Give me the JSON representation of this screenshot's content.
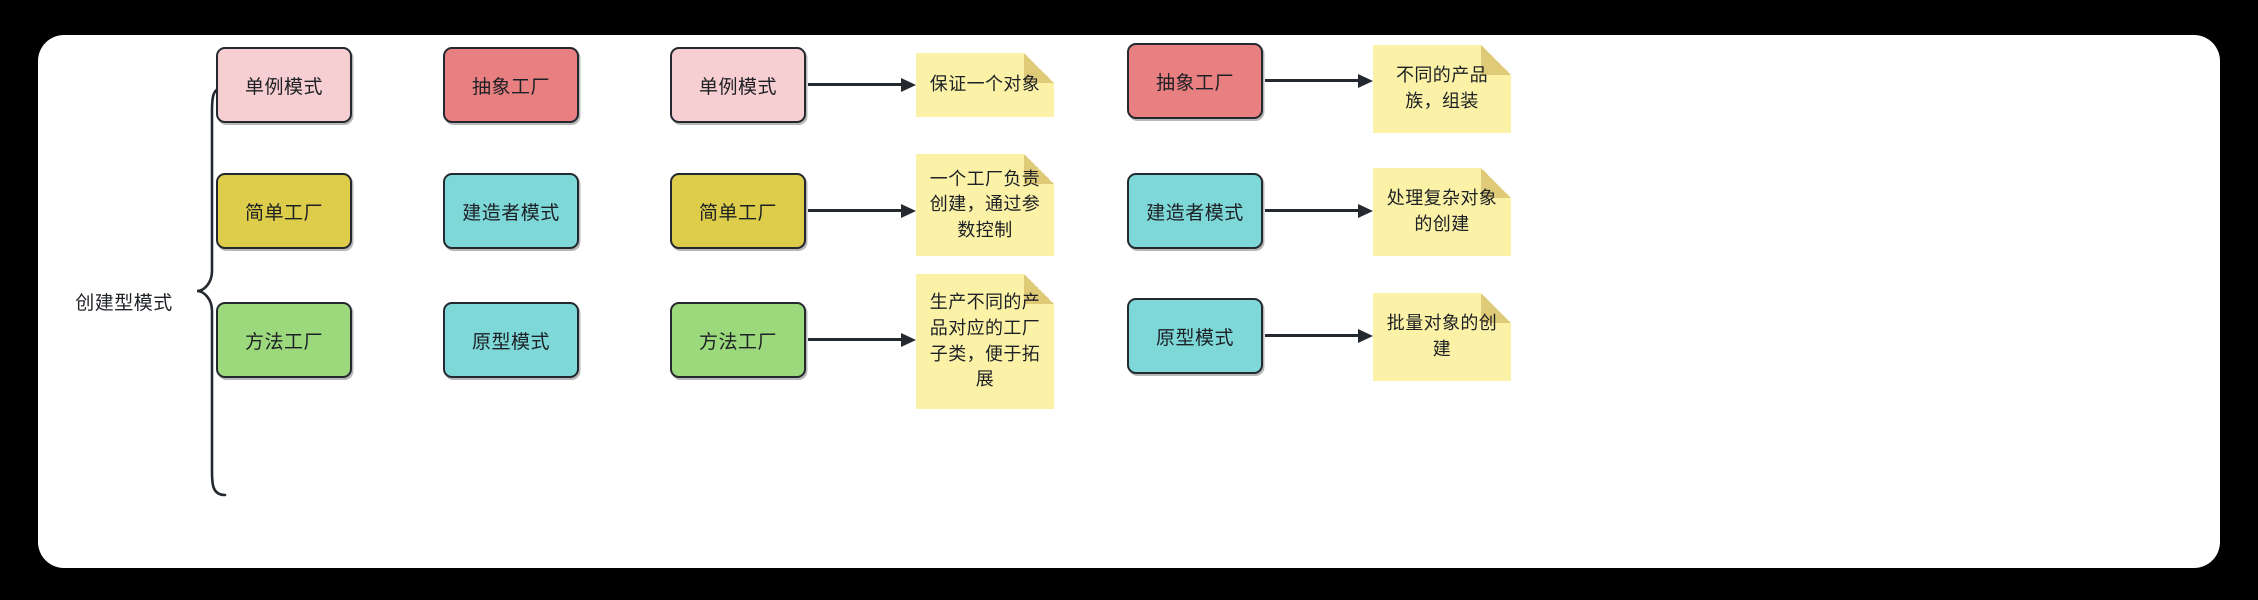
{
  "diagram": {
    "title": "创建型模式",
    "background_color": "#000000",
    "card_color": "#ffffff",
    "group_label": "创建型模式",
    "note_color": "#fbf2a8",
    "note_fold_color": "#dfca78",
    "stroke_color": "#24282f",
    "columns": [
      {
        "id": "col-1",
        "boxes": [
          {
            "label": "单例模式",
            "color": "#f7cfd2"
          },
          {
            "label": "简单工厂",
            "color": "#ddcd4a"
          },
          {
            "label": "方法工厂",
            "color": "#9bd97c"
          }
        ]
      },
      {
        "id": "col-2",
        "boxes": [
          {
            "label": "抽象工厂",
            "color": "#e87f80"
          },
          {
            "label": "建造者模式",
            "color": "#7ed8d8"
          },
          {
            "label": "原型模式",
            "color": "#7ed8d8"
          }
        ]
      },
      {
        "id": "col-3",
        "boxes": [
          {
            "label": "单例模式",
            "color": "#f7cfd2"
          },
          {
            "label": "简单工厂",
            "color": "#ddcd4a"
          },
          {
            "label": "方法工厂",
            "color": "#9bd97c"
          }
        ],
        "notes": [
          "保证一个对象",
          "一个工厂负责创建，通过参数控制",
          "生产不同的产品对应的工厂子类，便于拓展"
        ]
      },
      {
        "id": "col-4",
        "boxes": [
          {
            "label": "抽象工厂",
            "color": "#e87f80"
          },
          {
            "label": "建造者模式",
            "color": "#7ed8d8"
          },
          {
            "label": "原型模式",
            "color": "#7ed8d8"
          }
        ],
        "notes": [
          "不同的产品族，组装",
          "处理复杂对象的创建",
          "批量对象的创建"
        ]
      }
    ]
  }
}
